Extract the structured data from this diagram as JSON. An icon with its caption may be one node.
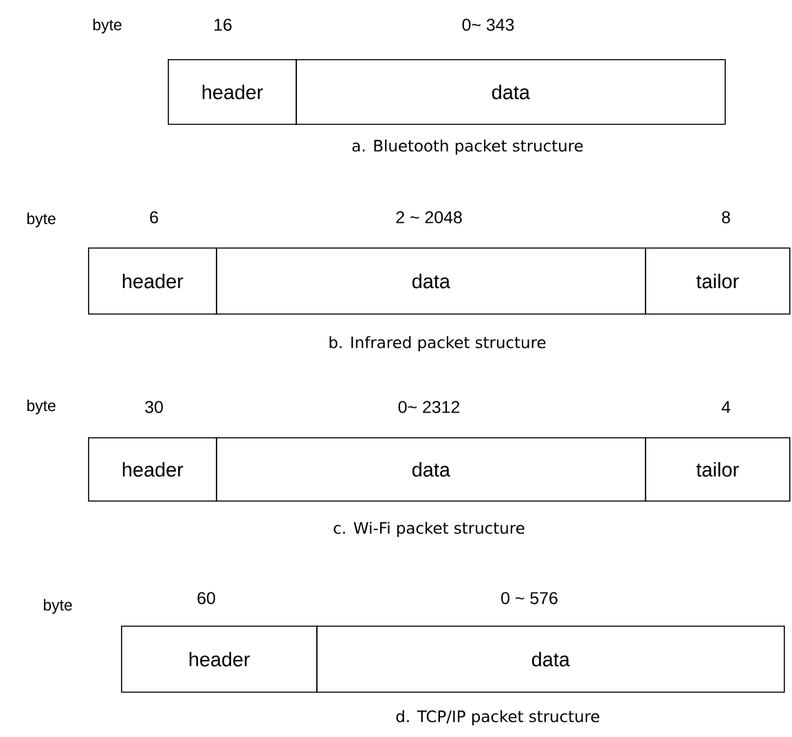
{
  "diagram": {
    "nodes": [
      {
        "text": [
          "header"
        ],
        "beside": [
          "16"
        ]
      },
      {
        "text": [
          "data"
        ],
        "beside": [
          "0~ 343"
        ]
      },
      {
        "text": [
          "header"
        ],
        "beside": [
          "6"
        ]
      },
      {
        "text": [
          "data"
        ],
        "beside": [
          "2 ~ 2048"
        ]
      },
      {
        "text": [
          "tailor"
        ],
        "beside": [
          "8"
        ]
      },
      {
        "text": [
          "header"
        ],
        "beside": [
          "30"
        ]
      },
      {
        "text": [
          "data"
        ],
        "beside": [
          "0~ 2312"
        ]
      },
      {
        "text": [
          "tailor"
        ],
        "beside": [
          "4"
        ]
      },
      {
        "text": [
          "header"
        ],
        "beside": [
          "60"
        ]
      },
      {
        "text": [
          "data"
        ],
        "beside": [
          "0 ~ 576"
        ]
      }
    ],
    "labels": [
      "byte",
      "a. Bluetooth packet structure",
      "byte",
      "b. Infrared packet structure",
      "byte",
      "c. Wi-Fi packet structure",
      "byte",
      "d. TCP/IP packet structure"
    ]
  }
}
